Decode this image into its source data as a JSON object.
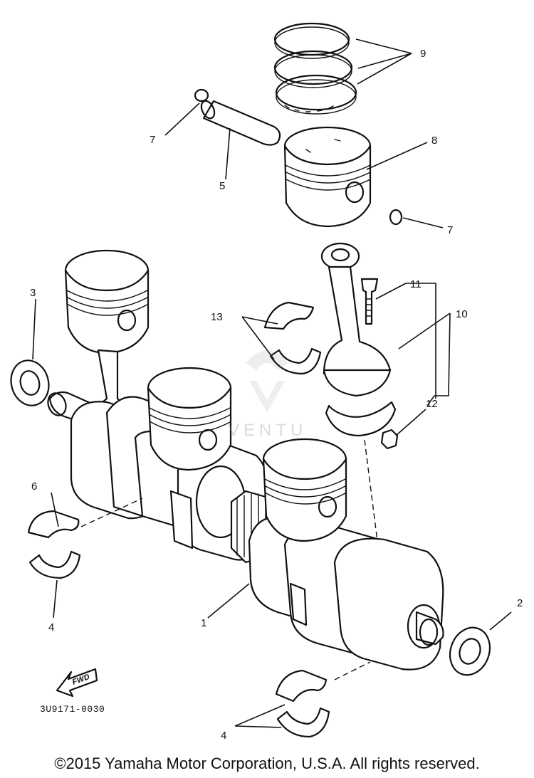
{
  "callouts": {
    "c1": "1",
    "c2": "2",
    "c3": "3",
    "c4a": "4",
    "c4b": "4",
    "c5": "5",
    "c6": "6",
    "c7a": "7",
    "c7b": "7",
    "c8": "8",
    "c9": "9",
    "c10": "10",
    "c11": "11",
    "c12": "12",
    "c13": "13"
  },
  "fwd_label": "FWD",
  "diagram_code": "3U9171-0030",
  "copyright": "©2015 Yamaha Motor Corporation, U.S.A. All rights reserved.",
  "watermark_text": "VENTU"
}
